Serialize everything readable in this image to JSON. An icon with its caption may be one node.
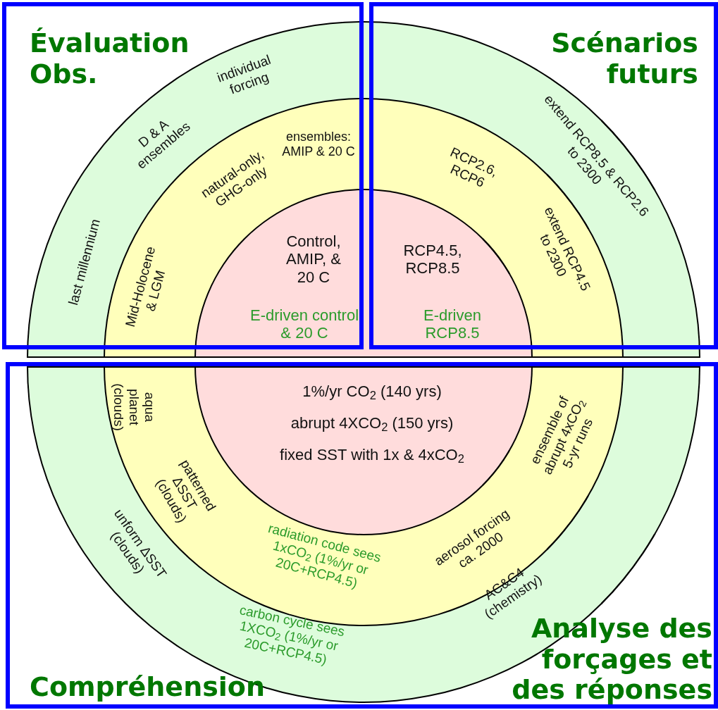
{
  "diagram": {
    "nodes": [
      {
        "text": [
          "Control, AMIP, & 20 C",
          "E-driven control & 20 C",
          "RCP4.5, RCP8.5",
          "E-driven RCP8.5"
        ]
      },
      {
        "text": [
          "1%/yr CO$_{2}$ (140 yrs)",
          "abrupt 4XCO$_{2}$ (150 yrs)",
          "fixed SST with 1x & 4xCO$_{2}$"
        ]
      }
    ],
    "labels": [
      "Évaluation Obs.",
      "Scénarios futurs",
      "individual forcing",
      "extend RCP8.5 & RCP2.6 to 2300",
      "D & A ensembles",
      "ensembles: AMIP & 20 C",
      "natural-only, GHG-only",
      "RCP2.6, RCP6",
      "extend RCP4.5 to 2300",
      "last millennium",
      "Mid-Holocene & LGM",
      "aqua planet (clouds)",
      "ensemble of abrupt 4xCO$_{2}$ 5-yr runs",
      "patterned ΔSST (clouds)",
      "aerosol forcing ca. 2000",
      "unform ΔSST (clouds)",
      "radiation code sees 1xCO$_{2}$ (1%/yr or 20C+RCP4.5)",
      "AC&C4 (chemistry)",
      "Analyse des forçages et des réponses",
      "carbon cycle sees 1XCO$_{2}$ (1%/yr or 20C+RCP4.5)",
      "Compréhension"
    ]
  }
}
